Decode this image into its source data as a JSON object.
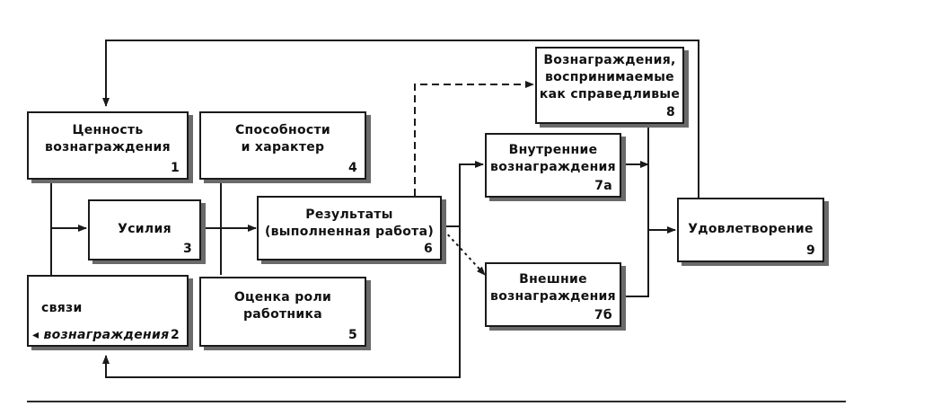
{
  "boxes": {
    "value": {
      "text": "Ценность\nвознаграждения",
      "num": "1"
    },
    "ties": {
      "text": "связи",
      "line2": "◂ вознаграждения",
      "num": "2"
    },
    "effort": {
      "text": "Усилия",
      "num": "3"
    },
    "abilities": {
      "text": "Способности\nи характер",
      "num": "4"
    },
    "role": {
      "text": "Оценка роли\nработника",
      "num": "5"
    },
    "results": {
      "text": "Результаты\n(выполненная работа)",
      "num": "6"
    },
    "fair": {
      "text": "Вознаграждения,\nвоспринимаемые\nкак справедливые",
      "num": "8"
    },
    "internal": {
      "text": "Внутренние\nвознаграждения",
      "num": "7а"
    },
    "external": {
      "text": "Внешние\nвознаграждения",
      "num": "7б"
    },
    "satisfaction": {
      "text": "Удовлетворение",
      "num": "9"
    }
  },
  "colors": {
    "line": "#1a1a1a",
    "shadow": "#6a6a6a"
  }
}
